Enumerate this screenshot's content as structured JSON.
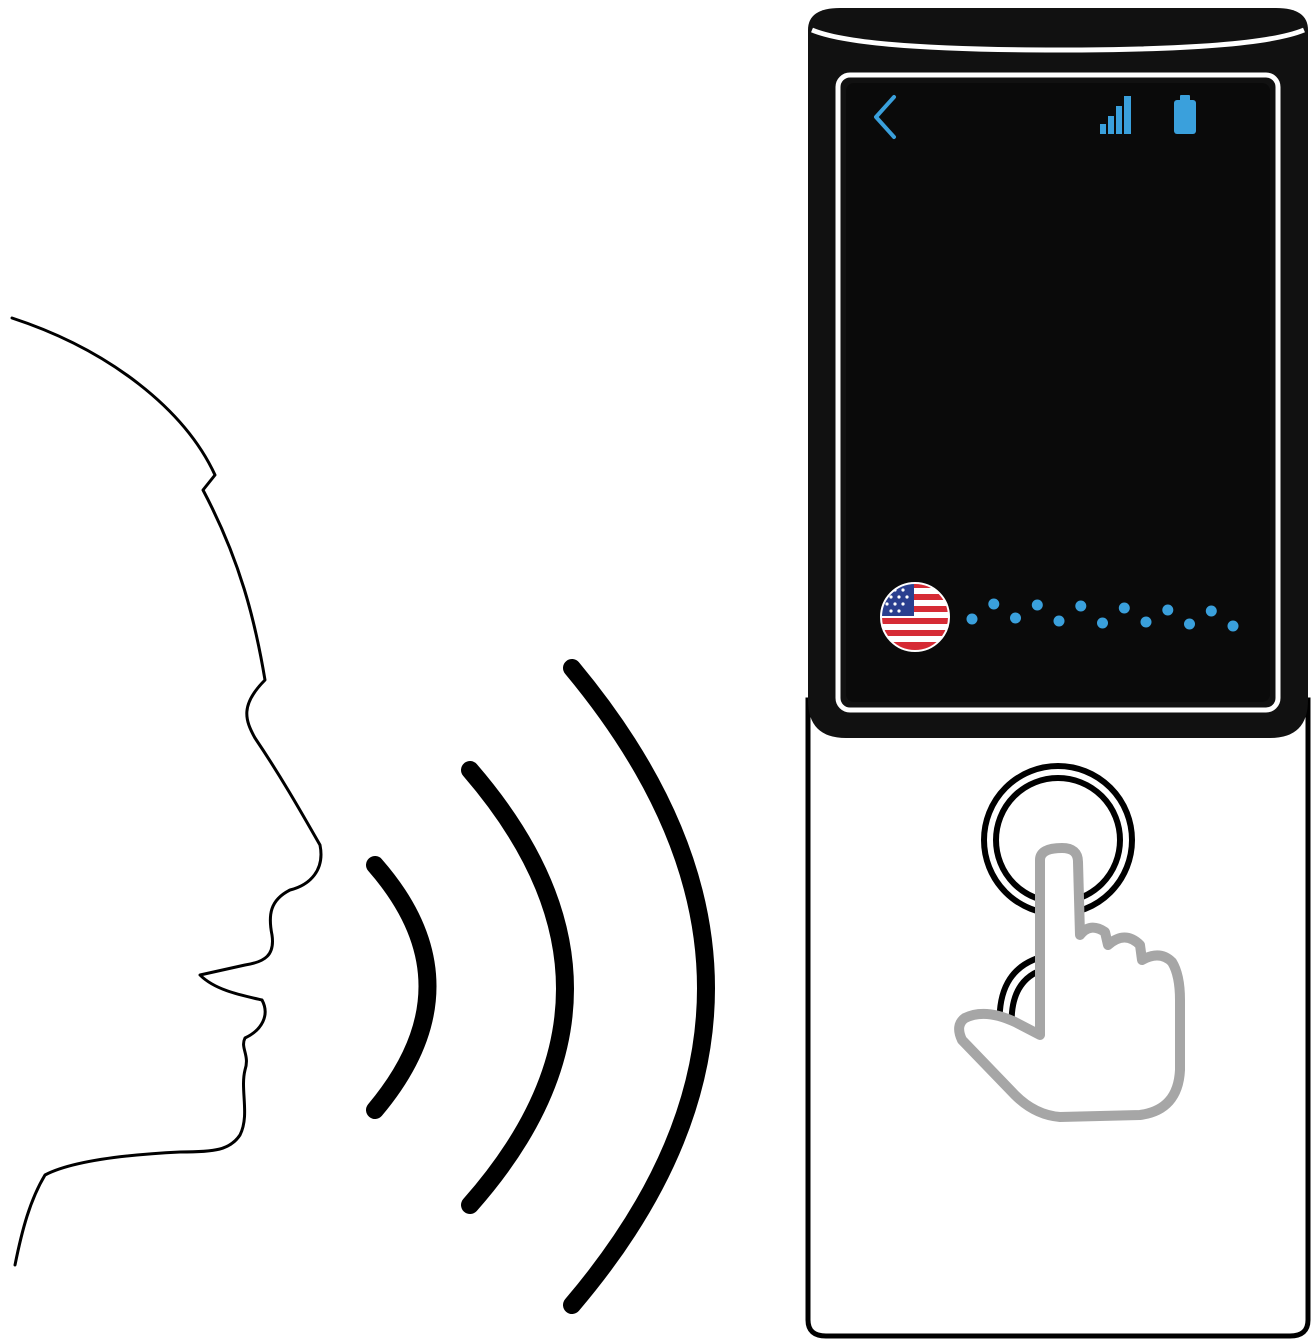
{
  "figure": {
    "description_free": true
  },
  "device": {
    "screen": {
      "status_bar": {
        "back_icon": "chevron-left-icon",
        "signal_icon": "signal-bars-icon",
        "battery_icon": "battery-icon"
      },
      "language_flag": "us-flag-icon",
      "voice_indicator": "dotted-waveform-icon",
      "voice_dot_count": 13
    },
    "buttons": {
      "top": "record-button",
      "bottom": "secondary-button"
    },
    "pointer": "pointing-hand-icon"
  },
  "speaker": {
    "profile": "face-profile-icon",
    "sound_waves": 3
  },
  "colors": {
    "accent": "#3aa0dc",
    "device_body": "#111111",
    "screen": "#0a0a0a",
    "hand_outline": "#a6a6a6",
    "flag_red": "#d62b35",
    "flag_blue": "#2a3f8f"
  }
}
